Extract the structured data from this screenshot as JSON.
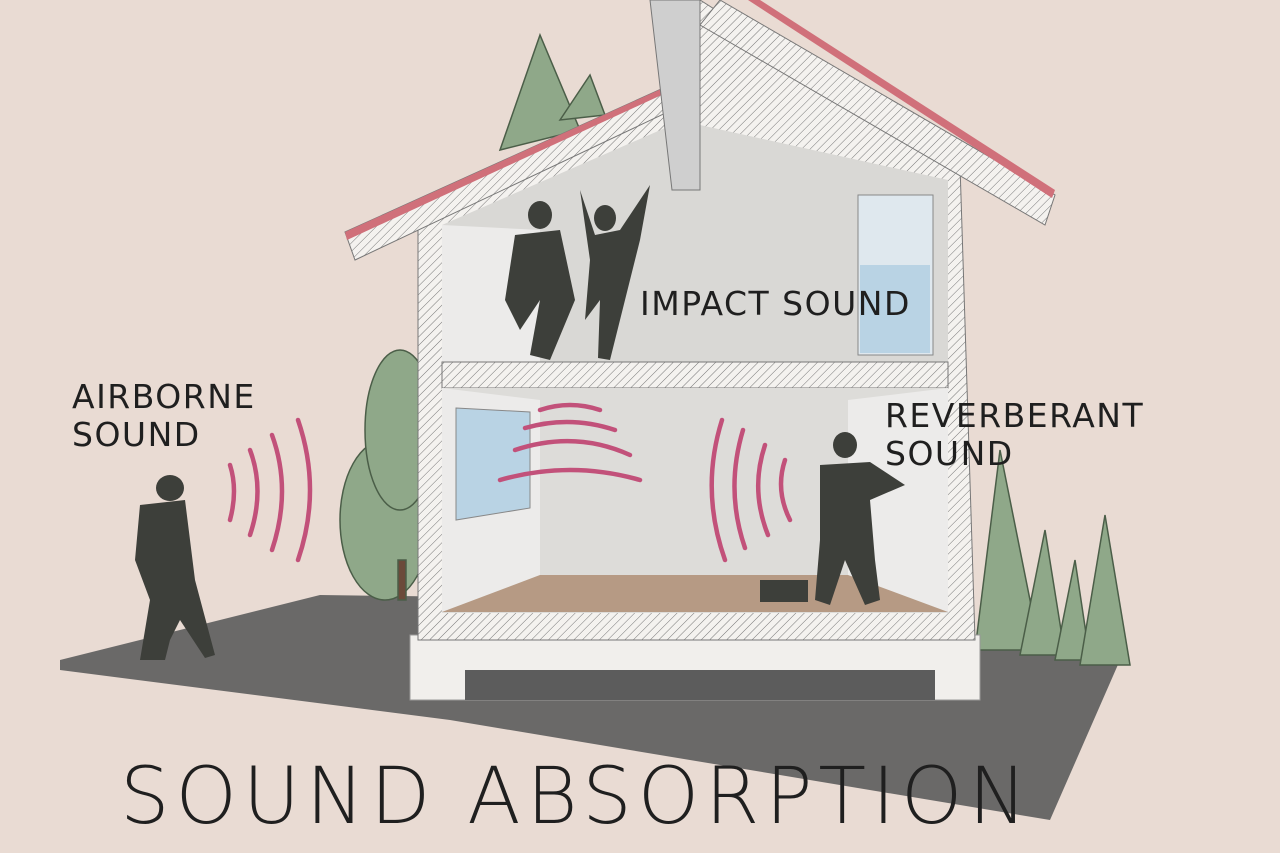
{
  "title": "SOUND ABSORPTION",
  "labels": {
    "airborne": "AIRBORNE\nSOUND",
    "impact": "IMPACT SOUND",
    "reverberant": "REVERBERANT\nSOUND"
  },
  "colors": {
    "background": "#e9dbd3",
    "wave": "#c2517a",
    "roof": "#d0707a",
    "tree": "#8fa889",
    "silhouette": "#3d3f3a",
    "shadow": "#5a5a5a"
  }
}
